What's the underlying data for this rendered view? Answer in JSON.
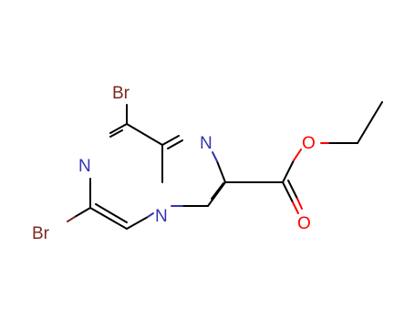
{
  "molecule": {
    "atoms": {
      "br_top": "Br",
      "br_left": "Br",
      "n_ring6": "N",
      "n_ring5": "N",
      "n_bridge": "N",
      "o_ester": "O",
      "o_carbonyl": "O"
    },
    "colors": {
      "bond": "#000000",
      "bromine": "#7b2a20",
      "nitrogen": "#3333b3",
      "oxygen": "#ff0000"
    }
  }
}
